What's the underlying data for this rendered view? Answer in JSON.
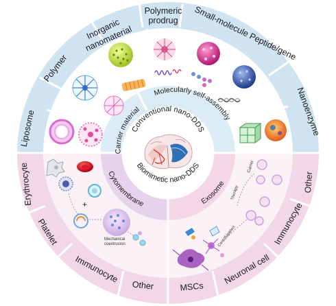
{
  "center": {
    "top": "Conventional nano-DDS",
    "bottom": "Biomimetic nano-DDS"
  },
  "middle_ring": {
    "carrier_material": "Carrier material",
    "self_assembly": "Molecularly self-assembly",
    "cytomembrane": "Cytomembrane",
    "exosome": "Exosome"
  },
  "outer_ring": {
    "liposome": "Liposome",
    "polymer": "Polymer",
    "inorganic_line1": "Inorganic",
    "inorganic_line2": "nanomaterial",
    "prodrug_line1": "Polymeric",
    "prodrug_line2": "prodrug",
    "small_molecule": "Small-molecule Peptide/gene",
    "nanoenzyme": "Nanoenzyme",
    "erythrocyte": "Erythrocyte",
    "platelet": "Platelet",
    "immunocyte_left": "Immunocyte",
    "other_left": "Other",
    "msc": "MSCs",
    "neuronal": "Neuronal cell",
    "immunocyte_right": "Immunocyte",
    "other_right": "Other"
  },
  "annotations": {
    "mechanical_line1": "Mechanical",
    "mechanical_line2": "coextrusion",
    "therapy": "Therapy",
    "carrier": "Carrier",
    "centrifugation": "Centrifugation"
  },
  "colors": {
    "upper_ring": "#cfe3f0",
    "upper_inner": "#ffffff",
    "lower_ring": "#f2d7e6",
    "lower_inner_left": "#e6d2ea",
    "lower_inner_right": "#f5dbe8",
    "divider": "#ffffff",
    "brain_red": "#d43a3a",
    "brain_blue": "#2e6fb5"
  }
}
